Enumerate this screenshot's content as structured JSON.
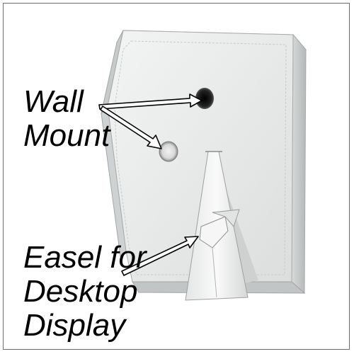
{
  "callouts": {
    "wall_mount": {
      "line1": "Wall",
      "line2": "Mount"
    },
    "easel": {
      "line1": "Easel for",
      "line2": "Desktop",
      "line3": "Display"
    }
  },
  "colors": {
    "background": "#ffffff",
    "frame_back": "#e9eaea",
    "frame_edge": "#cfd1d1",
    "frame_shadow": "#b9bcbc",
    "hole": "#1a1a1a",
    "easel": "#f1f1f1",
    "text": "#000000"
  },
  "icons": {
    "pointer": "arrow-icon",
    "mount_hole": "keyhole-icon"
  }
}
